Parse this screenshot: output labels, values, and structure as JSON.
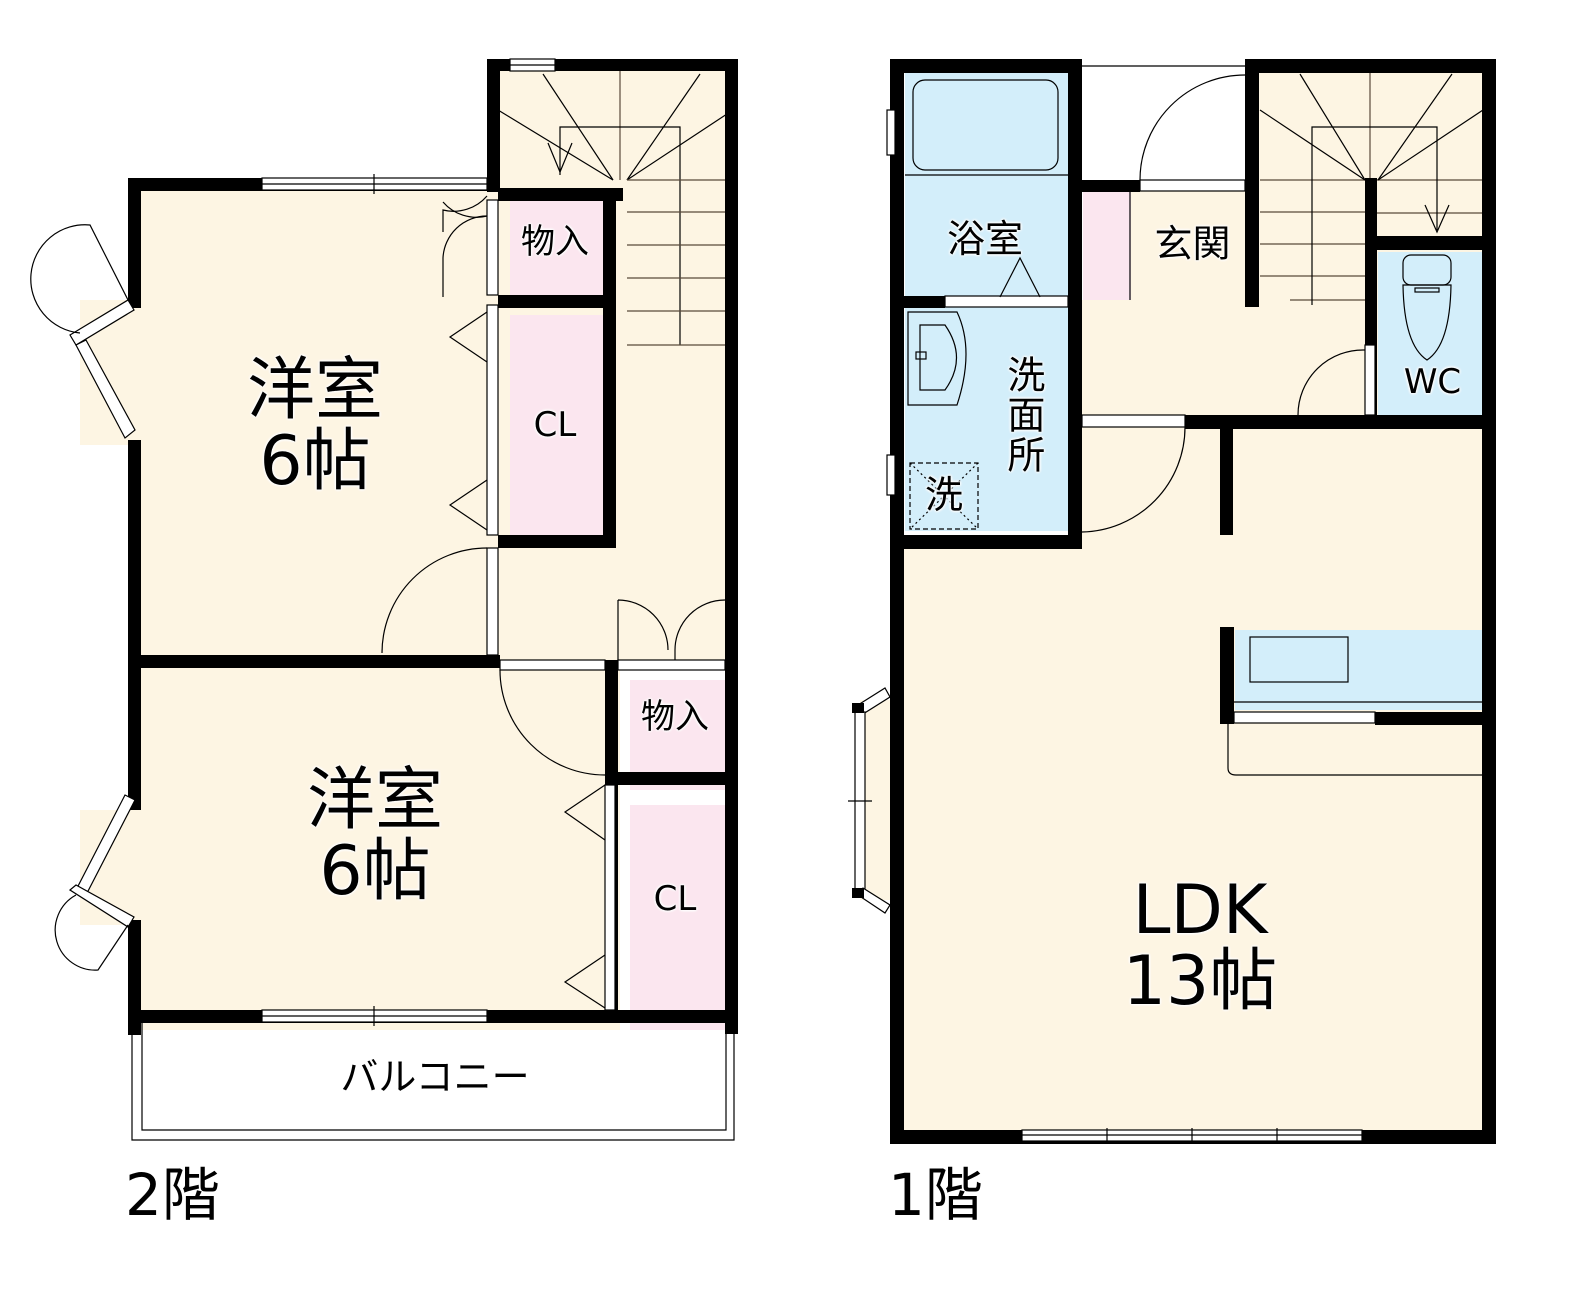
{
  "floors": [
    {
      "id": "2F",
      "label": "2階",
      "rooms": [
        {
          "name": "洋室",
          "size": "6帖",
          "type": "western-room"
        },
        {
          "name": "物入",
          "type": "storage"
        },
        {
          "name": "CL",
          "type": "closet"
        },
        {
          "name": "洋室",
          "size": "6帖",
          "type": "western-room"
        },
        {
          "name": "物入",
          "type": "storage"
        },
        {
          "name": "CL",
          "type": "closet"
        },
        {
          "name": "バルコニー",
          "type": "balcony"
        }
      ]
    },
    {
      "id": "1F",
      "label": "1階",
      "rooms": [
        {
          "name": "浴室",
          "type": "bathroom"
        },
        {
          "name": "玄関",
          "type": "entrance"
        },
        {
          "name": "洗面所",
          "type": "washroom"
        },
        {
          "name": "洗",
          "type": "washing-machine-space"
        },
        {
          "name": "WC",
          "type": "toilet"
        },
        {
          "name": "LDK",
          "size": "13帖",
          "type": "ldk"
        }
      ]
    }
  ],
  "colors": {
    "room": "#fdf5e3",
    "storage": "#fbe6ef",
    "wet_area": "#d3eefa",
    "wall": "#000000"
  }
}
